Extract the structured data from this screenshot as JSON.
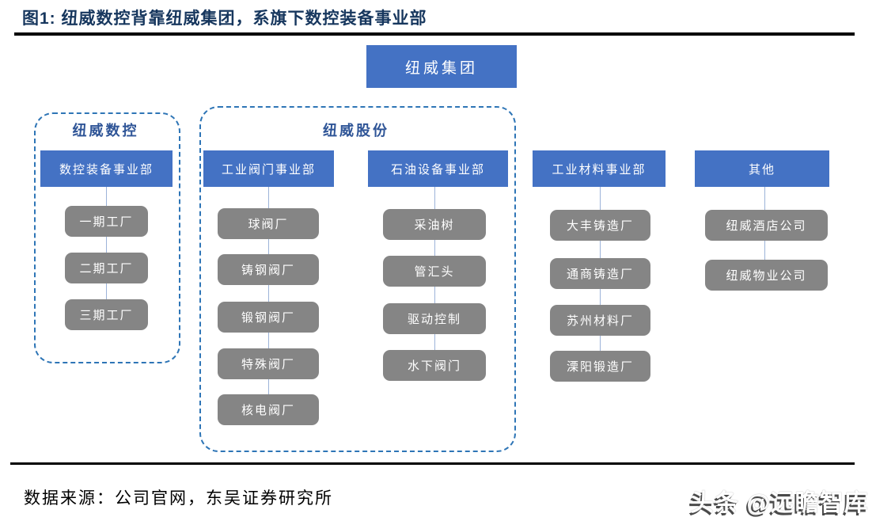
{
  "figure": {
    "title": "图1: 纽威数控背靠纽威集团，系旗下数控装备事业部",
    "source": "数据来源：公司官网，东吴证券研究所",
    "watermark": "头条 @远瞻智库"
  },
  "colors": {
    "title_text": "#17375E",
    "header_box": "#4472C4",
    "leaf_box": "#858585",
    "dashed_border": "#2E75B6",
    "group_label": "#2F5597",
    "connector": "#9CB3D9"
  },
  "org": {
    "root": "纽威集团",
    "groups": [
      {
        "label": "纽威数控"
      },
      {
        "label": "纽威股份"
      }
    ],
    "columns": [
      {
        "header": "数控装备事业部",
        "children": [
          "一期工厂",
          "二期工厂",
          "三期工厂"
        ]
      },
      {
        "header": "工业阀门事业部",
        "children": [
          "球阀厂",
          "铸钢阀厂",
          "锻钢阀厂",
          "特殊阀厂",
          "核电阀厂"
        ]
      },
      {
        "header": "石油设备事业部",
        "children": [
          "采油树",
          "管汇头",
          "驱动控制",
          "水下阀门"
        ]
      },
      {
        "header": "工业材料事业部",
        "children": [
          "大丰铸造厂",
          "通商铸造厂",
          "苏州材料厂",
          "溧阳锻造厂"
        ]
      },
      {
        "header": "其他",
        "children": [
          "纽威酒店公司",
          "纽威物业公司"
        ]
      }
    ]
  }
}
